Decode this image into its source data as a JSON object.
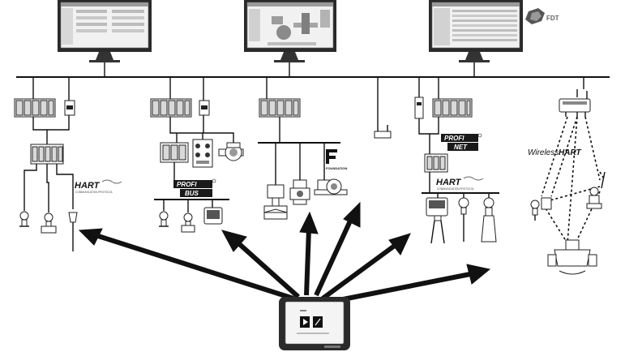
{
  "logos": {
    "fdt": "FDT",
    "hart_left": "HART",
    "hart_left_sub": "COMMUNICATION PROTOCOL",
    "hart_right": "HART",
    "hart_right_sub": "COMMUNICATION PROTOCOL",
    "profibus_top": "PROFI",
    "profibus_bottom": "BUS",
    "profinet_top": "PROFI",
    "profinet_bottom": "NET",
    "foundation": "FOUNDATION",
    "wireless_hart_prefix": "Wireless",
    "wireless_hart_suffix": "HART"
  },
  "icons": {
    "workstation": "monitor-icon",
    "tablet": "tablet-icon",
    "io_rack": "plc-rack-icon",
    "gateway": "gateway-icon",
    "pressure_transmitter": "pressure-transmitter-icon",
    "flow_meter": "flow-meter-icon",
    "temperature_probe": "temperature-probe-icon",
    "valve": "valve-icon",
    "radar_level": "radar-level-icon",
    "access_point": "access-point-icon"
  }
}
